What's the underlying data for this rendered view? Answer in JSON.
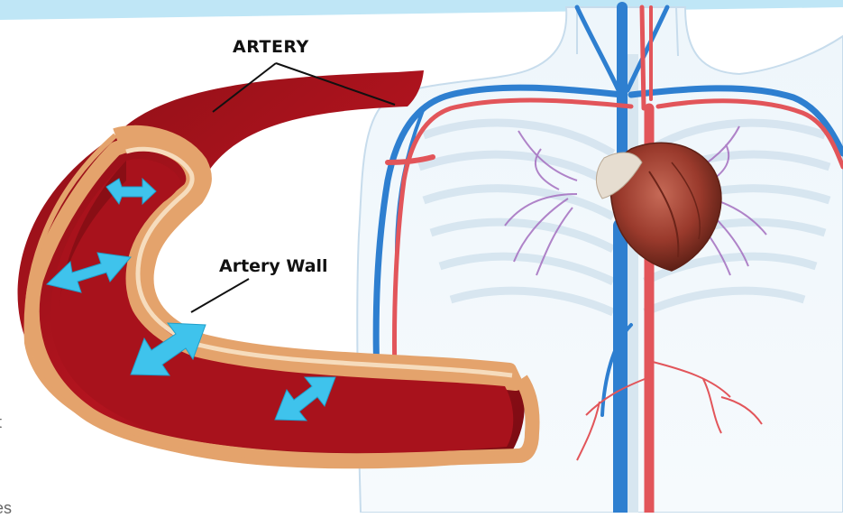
{
  "labels": {
    "artery": "ARTERY",
    "artery_wall": "Artery Wall"
  },
  "fragments": {
    "left_1": "t",
    "left_2": "es"
  },
  "colors": {
    "top_band": "#bfe6f6",
    "artery_red": "#a8121c",
    "artery_dark": "#6f0b10",
    "wall_outer": "#e4a36c",
    "wall_inner": "#f6dcbd",
    "arrow_cyan": "#3fc3ec",
    "vein_blue": "#2e7fd0",
    "aorta_red": "#e2555a",
    "heart": "#9a3a2c",
    "lung_purple": "#a46fc0",
    "body_outline": "#c7dcec"
  },
  "icons": [
    "double-arrow-icon",
    "heart-icon"
  ]
}
